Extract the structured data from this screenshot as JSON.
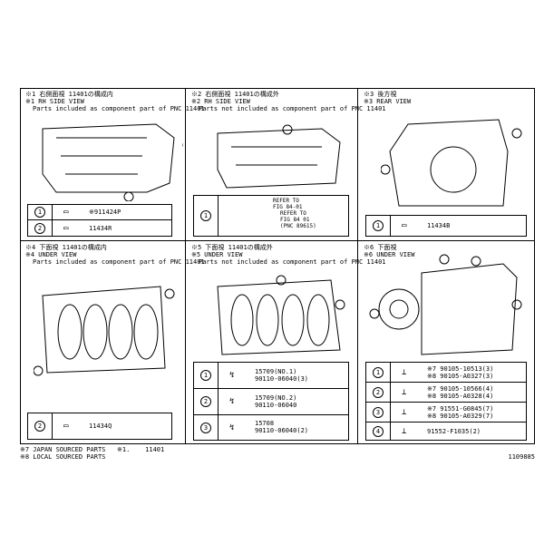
{
  "panels": [
    {
      "title_jp": "※1 右側面視 11401の構成内",
      "title_en": "※1 RH SIDE VIEW",
      "note": "Parts included as component part of PNC 11401",
      "parts": [
        {
          "no": "1",
          "text": "※911424P"
        },
        {
          "no": "2",
          "text": "11434R"
        }
      ]
    },
    {
      "title_jp": "※2 右側面視 11401の構成外",
      "title_en": "※2 RH SIDE VIEW",
      "note": "Parts not included as component part of PNC 11401",
      "parts": [
        {
          "no": "1",
          "lines": [
            "REFER TO",
            "FIG 84-01",
            "REFER TO",
            "FIG 84 01",
            "(PNC 89615)"
          ]
        }
      ]
    },
    {
      "title_jp": "※3 後方視",
      "title_en": "※3 REAR VIEW",
      "note": "",
      "parts": [
        {
          "no": "1",
          "text": "11434B"
        }
      ]
    },
    {
      "title_jp": "※4 下面視 11401の構成内",
      "title_en": "※4 UNDER VIEW",
      "note": "Parts included as component part of PNC 11401",
      "parts": [
        {
          "no": "2",
          "text": "11434Q"
        }
      ]
    },
    {
      "title_jp": "※5 下面視 11401の構成外",
      "title_en": "※5 UNDER VIEW",
      "note": "Parts not included as component part of PNC 11401",
      "parts": [
        {
          "no": "1",
          "lines": [
            "15709(NO.1)",
            "90110-06040(3)"
          ]
        },
        {
          "no": "2",
          "lines": [
            "15709(NO.2)",
            "90110-06040"
          ]
        },
        {
          "no": "3",
          "lines": [
            "15708",
            "90110-06040(2)"
          ]
        }
      ]
    },
    {
      "title_jp": "※6 下面視",
      "title_en": "※6 UNDER VIEW",
      "note": "",
      "parts": [
        {
          "no": "1",
          "lines": [
            "※7 90105-10513(3)",
            "※8 90105-A0327(3)"
          ]
        },
        {
          "no": "2",
          "lines": [
            "※7 90105-10566(4)",
            "※8 90105-A0328(4)"
          ]
        },
        {
          "no": "3",
          "lines": [
            "※7 91551-G0845(7)",
            "※8 90105-A0329(7)"
          ]
        },
        {
          "no": "4",
          "lines": [
            "91552-F1035(2)"
          ]
        }
      ]
    }
  ],
  "footer": {
    "line1": "※7 JAPAN SOURCED PARTS   ※1.    11401",
    "line2": "※8 LOCAL SOURCED PARTS",
    "code": "1109885"
  }
}
